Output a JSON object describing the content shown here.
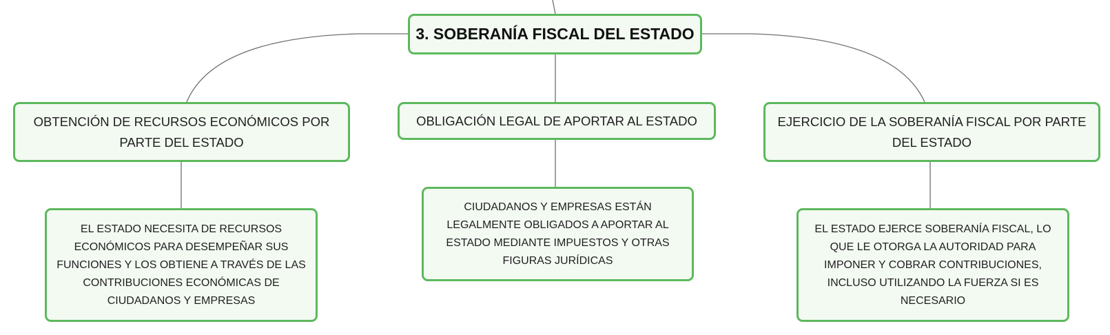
{
  "diagram": {
    "root": {
      "label": "3. SOBERANÍA FISCAL DEL ESTADO"
    },
    "branches": [
      {
        "label": "OBTENCIÓN DE RECURSOS ECONÓMICOS POR PARTE DEL ESTADO",
        "detail": "EL ESTADO NECESITA DE RECURSOS ECONÓMICOS PARA DESEMPEÑAR SUS FUNCIONES Y LOS OBTIENE A TRAVÉS DE LAS CONTRIBUCIONES ECONÓMICAS DE CIUDADANOS Y EMPRESAS"
      },
      {
        "label": "OBLIGACIÓN LEGAL DE APORTAR AL ESTADO",
        "detail": "CIUDADANOS Y EMPRESAS ESTÁN LEGALMENTE OBLIGADOS A APORTAR AL ESTADO MEDIANTE IMPUESTOS Y OTRAS FIGURAS JURÍDICAS"
      },
      {
        "label": "EJERCICIO DE LA SOBERANÍA FISCAL POR PARTE DEL ESTADO",
        "detail": "EL ESTADO EJERCE SOBERANÍA FISCAL, LO QUE LE OTORGA LA AUTORIDAD PARA IMPONER Y COBRAR CONTRIBUCIONES, INCLUSO UTILIZANDO LA FUERZA SI ES NECESARIO"
      }
    ]
  },
  "colors": {
    "node_border": "#5cb85c",
    "node_fill": "#f3faf2",
    "connector": "#6e6e6e"
  }
}
